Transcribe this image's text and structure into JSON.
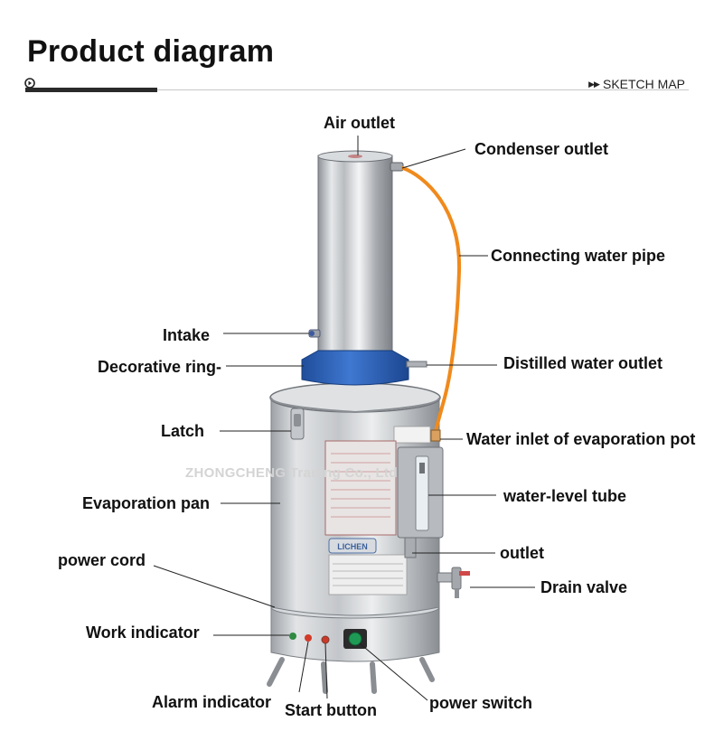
{
  "header": {
    "title": "Product diagram",
    "sketch_label": "SKETCH MAP",
    "arrows": "▶▶"
  },
  "watermark": "ZHONGCHENG Trading Co., Ltd",
  "device": {
    "brand": "LICHEN"
  },
  "labels": {
    "air_outlet": "Air outlet",
    "condenser_outlet": "Condenser outlet",
    "connecting_water_pipe": "Connecting water pipe",
    "intake": "Intake",
    "decorative_ring": "Decorative ring-",
    "distilled_water_outlet": "Distilled water outlet",
    "latch": "Latch",
    "water_inlet": "Water inlet of evaporation pot",
    "evaporation_pan": "Evaporation pan",
    "water_level_tube": "water-level tube",
    "power_cord": "power cord",
    "outlet": "outlet",
    "drain_valve": "Drain valve",
    "work_indicator": "Work indicator",
    "alarm_indicator": "Alarm indicator",
    "start_button": "Start button",
    "power_switch": "power switch"
  },
  "colors": {
    "steel": "#c9ccd0",
    "ring_blue": "#2f63b8",
    "pipe_orange": "#f08a1c",
    "leader_line": "#222222"
  }
}
